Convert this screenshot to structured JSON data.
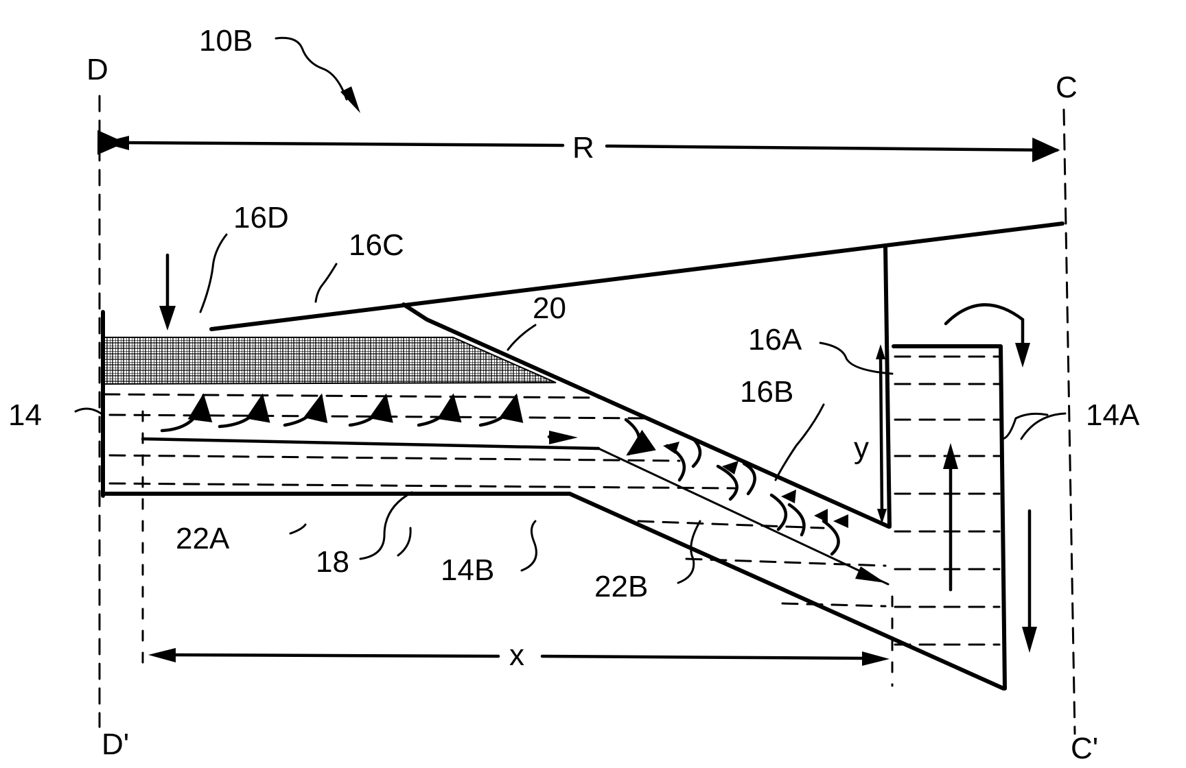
{
  "figure": {
    "labels": {
      "ref_main": "10B",
      "D": "D",
      "D_prime": "D'",
      "C": "C",
      "C_prime": "C'",
      "R": "R",
      "x": "x",
      "y": "y",
      "l_16D": "16D",
      "l_16C": "16C",
      "l_20": "20",
      "l_16A": "16A",
      "l_16B": "16B",
      "l_14": "14",
      "l_14A": "14A",
      "l_22A": "22A",
      "l_18": "18",
      "l_14B": "14B",
      "l_22B": "22B"
    }
  }
}
